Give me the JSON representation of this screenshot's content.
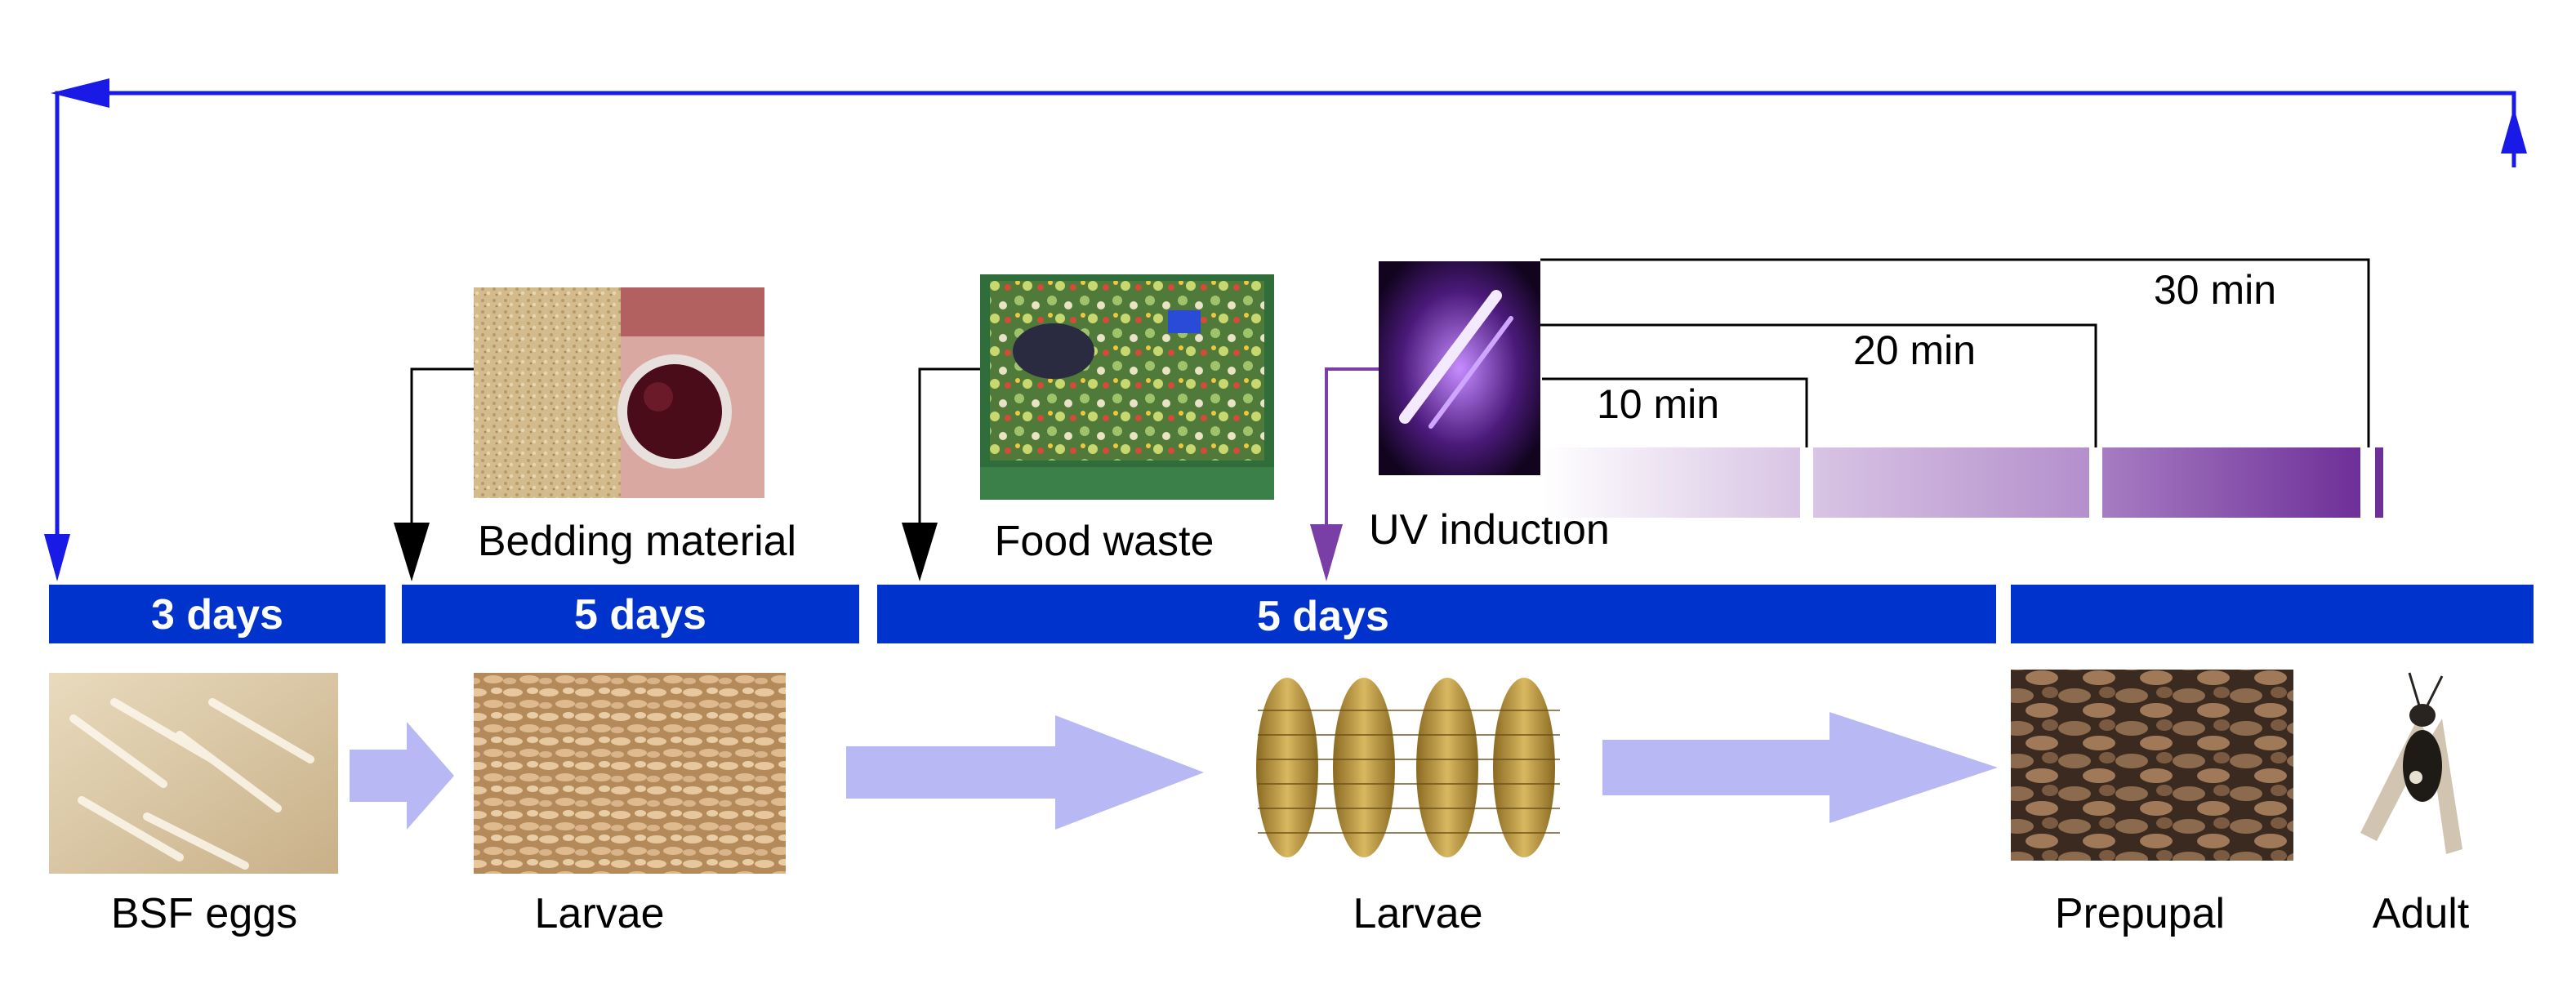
{
  "timeline": {
    "bars": [
      {
        "label": "3 days"
      },
      {
        "label": "5 days"
      },
      {
        "label": "5 days"
      },
      {
        "label": ""
      }
    ],
    "color": "#0033CC"
  },
  "inputs": {
    "bedding": "Bedding material",
    "food": "Food waste",
    "uv": "UV induction"
  },
  "uv_durations": [
    "10 min",
    "20 min",
    "30 min"
  ],
  "stages": {
    "eggs": "BSF eggs",
    "larvae_early": "Larvae",
    "larvae_late": "Larvae",
    "prepupal": "Prepupal",
    "adult": "Adult"
  },
  "colors": {
    "cycle_arrow": "#1A1AE6",
    "progress_arrow": "#B8B8F5",
    "uv_purple": "#7A3FA6",
    "leader_line": "#000000"
  }
}
